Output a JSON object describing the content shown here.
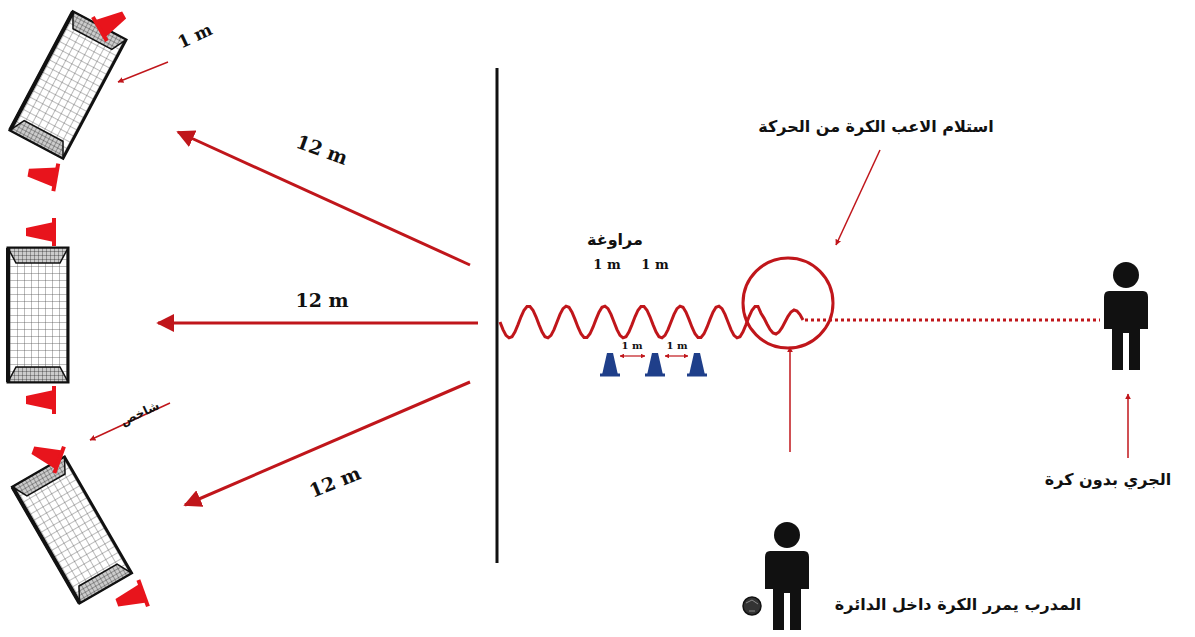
{
  "diagram": {
    "labels": [
      "1 m",
      "12 m",
      "12 m",
      "12 m",
      "شاخص",
      "مراوغة",
      "1 m",
      "1 m",
      "1 m",
      "1 m",
      "استلام الاعب الكرة من الحركة",
      "الجري بدون كرة",
      "المدرب يمرر الكرة داخل الدائرة"
    ]
  }
}
